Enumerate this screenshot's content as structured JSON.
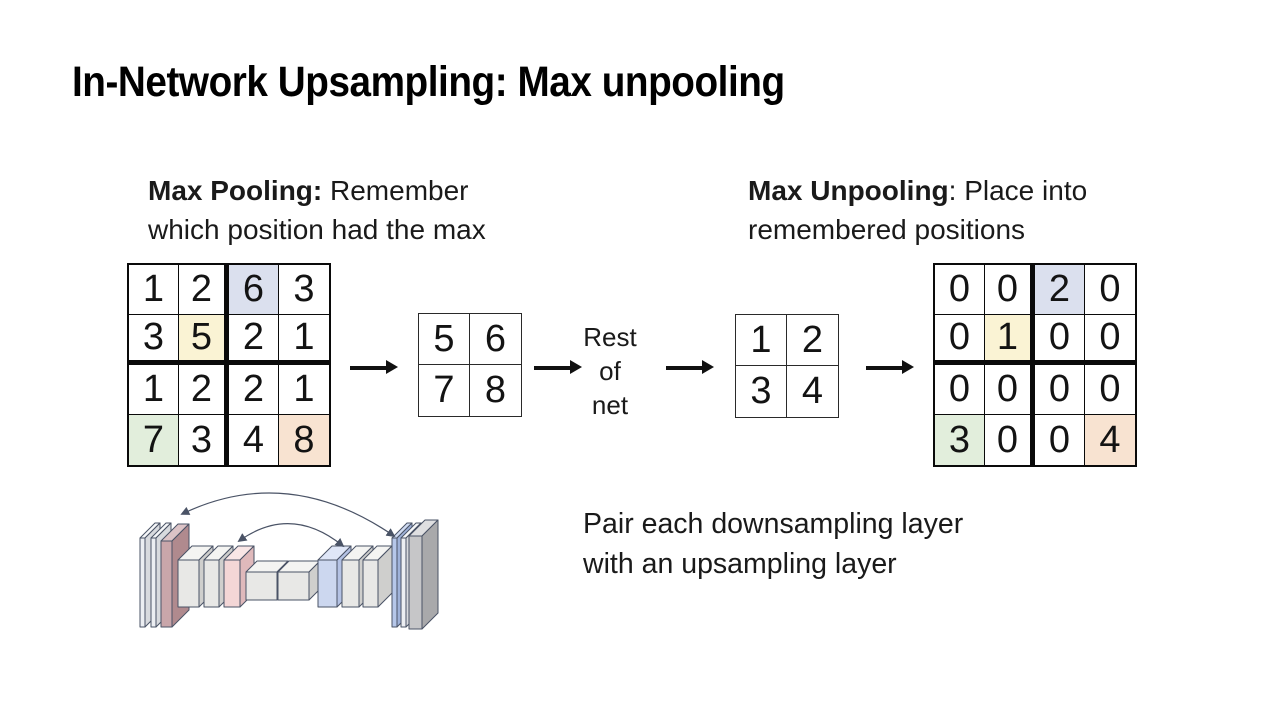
{
  "slide": {
    "title": "In-Network Upsampling: Max unpooling"
  },
  "captions": {
    "pooling": {
      "bold": "Max Pooling:",
      "rest": " Remember",
      "line2": "which position had the max"
    },
    "unpooling": {
      "bold": "Max Unpooling",
      "rest": ": Place into",
      "line2": "remembered positions"
    }
  },
  "rest_of_net": {
    "line1": "Rest",
    "line2": "of",
    "line3": "net"
  },
  "pair_note": {
    "line1": "Pair each downsampling layer",
    "line2": "with an upsampling layer"
  },
  "grids": {
    "input": {
      "values": [
        [
          "1",
          "2",
          "6",
          "3"
        ],
        [
          "3",
          "5",
          "2",
          "1"
        ],
        [
          "1",
          "2",
          "2",
          "1"
        ],
        [
          "7",
          "3",
          "4",
          "8"
        ]
      ],
      "highlights": [
        {
          "row": 0,
          "col": 2,
          "color": "blue"
        },
        {
          "row": 1,
          "col": 1,
          "color": "yellow"
        },
        {
          "row": 3,
          "col": 0,
          "color": "green"
        },
        {
          "row": 3,
          "col": 3,
          "color": "orange"
        }
      ]
    },
    "pooled": {
      "values": [
        [
          "5",
          "6"
        ],
        [
          "7",
          "8"
        ]
      ],
      "highlights": []
    },
    "after_net": {
      "values": [
        [
          "1",
          "2"
        ],
        [
          "3",
          "4"
        ]
      ],
      "highlights": []
    },
    "output": {
      "values": [
        [
          "0",
          "0",
          "2",
          "0"
        ],
        [
          "0",
          "1",
          "0",
          "0"
        ],
        [
          "0",
          "0",
          "0",
          "0"
        ],
        [
          "3",
          "0",
          "0",
          "4"
        ]
      ],
      "highlights": [
        {
          "row": 0,
          "col": 2,
          "color": "blue"
        },
        {
          "row": 1,
          "col": 1,
          "color": "yellow"
        },
        {
          "row": 3,
          "col": 0,
          "color": "green"
        },
        {
          "row": 3,
          "col": 3,
          "color": "orange"
        }
      ]
    }
  },
  "highlight_colors": {
    "blue": "#dbe0ee",
    "yellow": "#faf3d4",
    "green": "#e2eedc",
    "orange": "#f8e3d1"
  },
  "network_diagram": {
    "label": "Encoder-decoder network pairing each downsampling layer with an upsampling layer",
    "colors": {
      "downsampling_plate": "#c9a6aa",
      "downsampling_block": "#f3d6d6",
      "upsampling_block": "#ccd7ef",
      "upsampling_plate": "#b6c7e9",
      "feature_block": "#e8e8e6",
      "thin_plate": "#eceef2",
      "output_plate": "#c6c6c8",
      "outline": "#4a5366"
    }
  }
}
